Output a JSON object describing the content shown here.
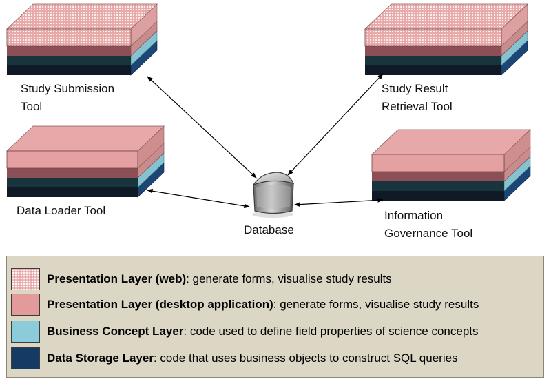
{
  "tools": [
    {
      "id": "submission",
      "label_lines": [
        "Study Submission",
        "Tool"
      ],
      "presentation": "web"
    },
    {
      "id": "retrieval",
      "label_lines": [
        "Study Result",
        "Retrieval Tool"
      ],
      "presentation": "web"
    },
    {
      "id": "loader",
      "label_lines": [
        "Data Loader Tool"
      ],
      "presentation": "desktop"
    },
    {
      "id": "governance",
      "label_lines": [
        "Information",
        "Governance Tool"
      ],
      "presentation": "desktop"
    }
  ],
  "database": {
    "label": "Database"
  },
  "legend": [
    {
      "key": "web",
      "name": "Presentation Layer (web)",
      "desc": ": generate forms,  visualise study results",
      "color": "#e6a5a5"
    },
    {
      "key": "desktop",
      "name": "Presentation Layer (desktop application)",
      "desc": ": generate forms,  visualise study results",
      "color": "#e29a9a"
    },
    {
      "key": "business",
      "name": "Business Concept Layer",
      "desc": ": code used to define field properties of science concepts",
      "color": "#8ccbd9"
    },
    {
      "key": "storage",
      "name": "Data Storage Layer",
      "desc": ": code that uses business objects to construct SQL queries",
      "color": "#153a63"
    }
  ],
  "colors": {
    "pink_front": "#e5a1a1",
    "pink_dark": "#8b4f55",
    "business_front": "#18353d",
    "business_side": "#86c2cf",
    "storage_front": "#0f1a26",
    "storage_side": "#1b4675",
    "arrow": "#000000",
    "legend_bg": "#dcd6c4"
  }
}
